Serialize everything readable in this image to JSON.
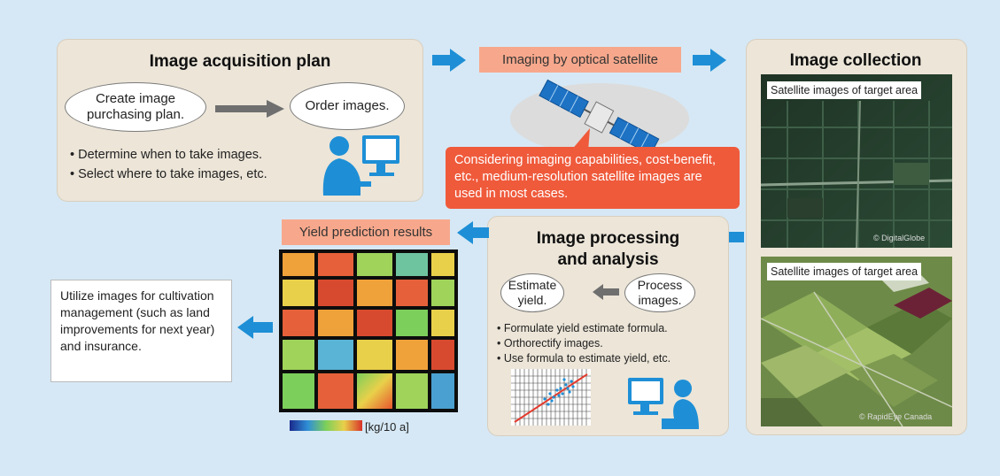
{
  "plan": {
    "title": "Image acquisition plan",
    "oval1": "Create image purchasing plan.",
    "oval2": "Order images.",
    "bullets": [
      "• Determine when to take images.",
      "• Select where to take images, etc."
    ]
  },
  "imaging": {
    "label": "Imaging by optical satellite",
    "note": "Considering imaging capabilities, cost-benefit, etc., medium-resolution satellite images are used in most cases."
  },
  "collection": {
    "title": "Image collection",
    "image_label": "Satellite images of target area",
    "copyright_top": "© DigitalGlobe",
    "copyright_bottom": "© RapidEye Canada"
  },
  "processing": {
    "title_line1": "Image processing",
    "title_line2": "and analysis",
    "oval1": "Estimate yield.",
    "oval2": "Process images.",
    "bullets": [
      "• Formulate yield estimate formula.",
      "• Orthorectify images.",
      "• Use formula to estimate yield, etc."
    ]
  },
  "results": {
    "label": "Yield prediction results",
    "unit": "[kg/10 a]"
  },
  "utilize": {
    "text": "Utilize images for cultivation management (such as land improvements for next year) and insurance."
  },
  "colors": {
    "background": "#d6e8f5",
    "panel": "#ece5d8",
    "arrow_blue": "#1e8fd6",
    "salmon": "#f7a88c",
    "red_note": "#ef5a3b"
  }
}
